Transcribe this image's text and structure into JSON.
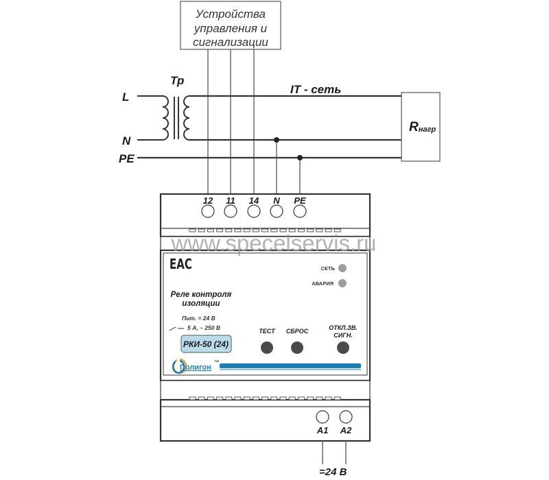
{
  "control_box": {
    "lines": [
      "Устройства",
      "управления и",
      "сигнализации"
    ]
  },
  "network": {
    "label_L": "L",
    "label_N": "N",
    "label_PE": "PE",
    "transformer_label": "Тр",
    "it_network_label": "IT - сеть",
    "load_label_main": "R",
    "load_label_sub": "нагр"
  },
  "top_terminals": [
    "12",
    "11",
    "14",
    "N",
    "PE"
  ],
  "bottom_terminals": [
    "A1",
    "A2"
  ],
  "supply_label": "=24 В",
  "watermark": "www.specelservis.ru",
  "device": {
    "cert_mark": "ЕАС",
    "title_lines": [
      "Реле контроля",
      "изоляции"
    ],
    "power_spec": "Пит.  = 24 В",
    "contact_spec": "5 А, ~ 250 В",
    "model": "РКИ-50 (24)",
    "brand": "Полигон",
    "trademark": "™",
    "indicators": [
      {
        "label": "СЕТЬ",
        "color": "#9e9e9e"
      },
      {
        "label": "АВАРИЯ",
        "color": "#9e9e9e"
      }
    ],
    "buttons": [
      {
        "label_lines": [
          "ТЕСТ"
        ]
      },
      {
        "label_lines": [
          "СБРОС"
        ]
      },
      {
        "label_lines": [
          "ОТКЛ.ЗВ.",
          "СИГН."
        ]
      }
    ],
    "colors": {
      "model_fill": "#b9dcea",
      "accent_bar": "#1e7fb0",
      "button": "#4a4a4a"
    }
  }
}
